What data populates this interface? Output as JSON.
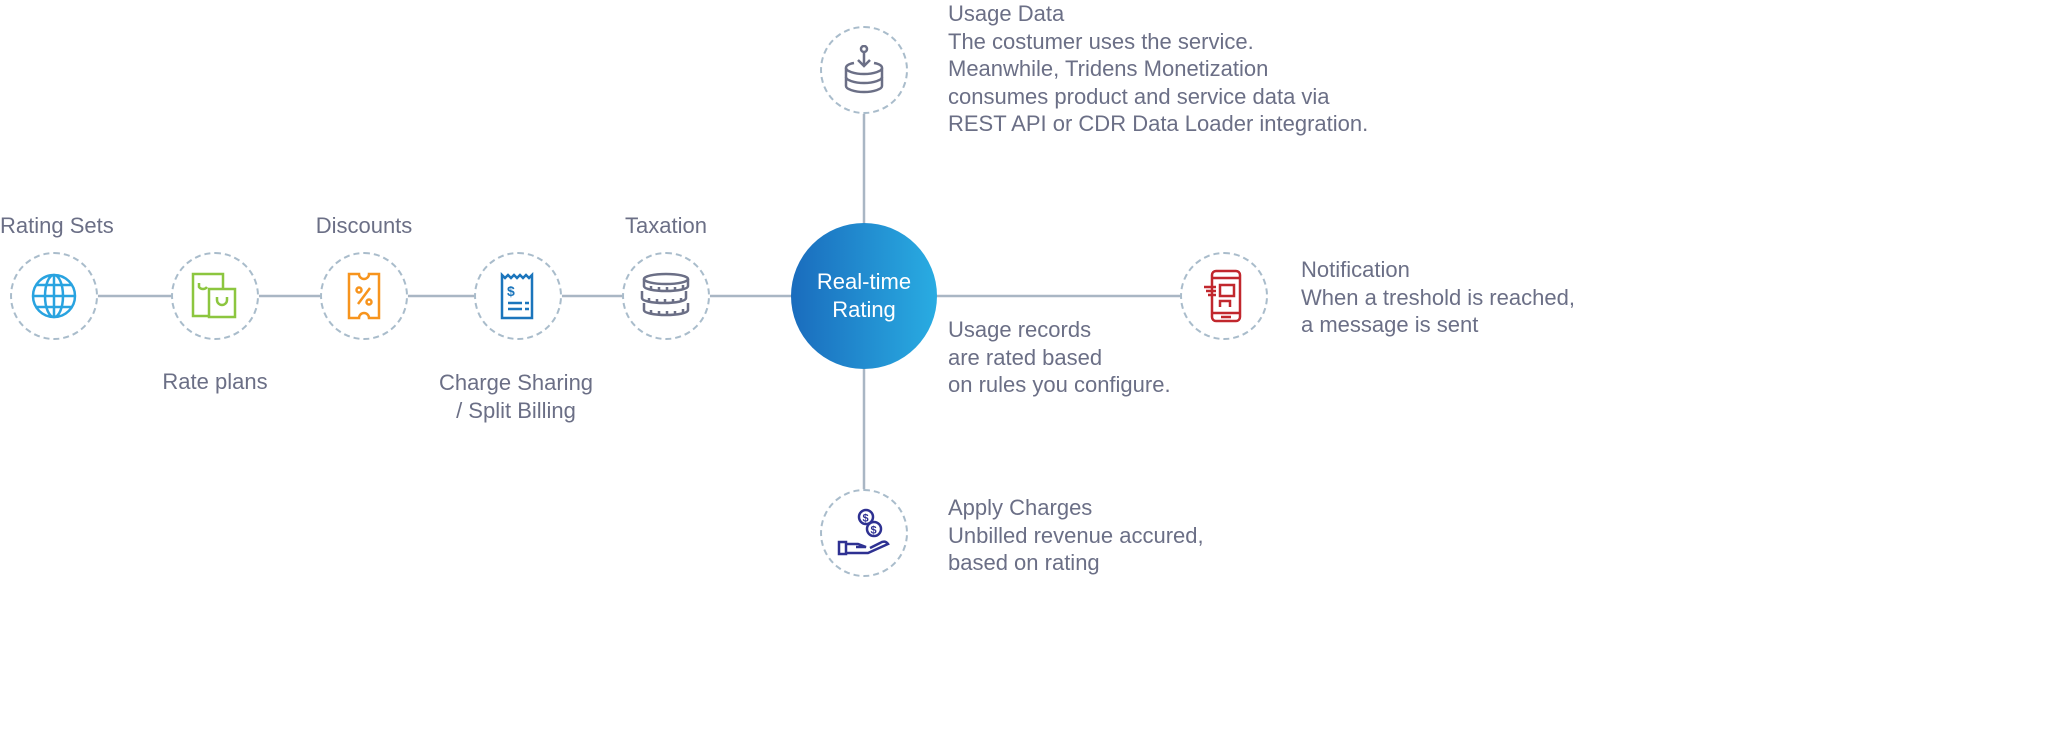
{
  "hub": {
    "line1": "Real-time",
    "line2": "Rating"
  },
  "chain": [
    {
      "label": "Rating Sets",
      "icon": "globe-icon",
      "color": "#29a3e0"
    },
    {
      "label": "Rate plans",
      "icon": "shopping-bags-icon",
      "color": "#8cc63f"
    },
    {
      "label": "Discounts",
      "icon": "discount-ticket-icon",
      "color": "#f7941d"
    },
    {
      "label": "Charge Sharing",
      "label2": "/ Split Billing",
      "icon": "receipt-icon",
      "color": "#1b75bc"
    },
    {
      "label": "Taxation",
      "icon": "coins-stack-icon",
      "color": "#6b6f86"
    }
  ],
  "usage_data": {
    "title": "Usage Data",
    "lines": [
      "The costumer uses the service.",
      "Meanwhile, Tridens Monetization",
      "consumes product and service data via",
      "REST API or CDR Data Loader integration."
    ],
    "icon": "database-download-icon",
    "color": "#6b6f86"
  },
  "notification": {
    "title": "Notification",
    "lines": [
      "When a treshold is reached,",
      "a message is sent"
    ],
    "icon": "mobile-message-icon",
    "color": "#c1272d"
  },
  "usage_records": {
    "lines": [
      "Usage records",
      "are rated based",
      "on rules you configure."
    ]
  },
  "apply_charges": {
    "title": "Apply Charges",
    "lines": [
      "Unbilled revenue accured,",
      "based on rating"
    ],
    "icon": "hand-coins-icon",
    "color": "#2e3192"
  }
}
